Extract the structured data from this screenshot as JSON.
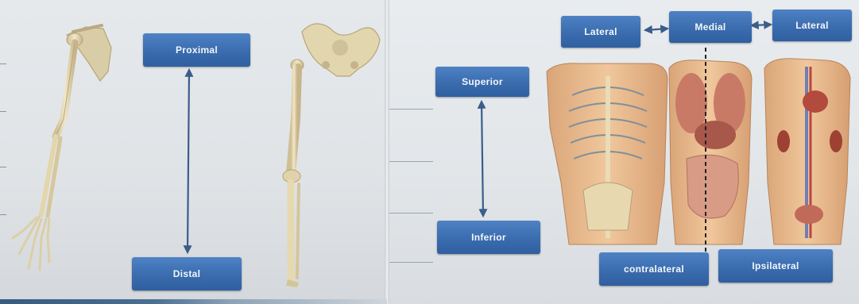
{
  "left_figure": {
    "proximal_label": "Proximal",
    "distal_label": "Distal",
    "superior_label": "Superior",
    "inferior_label": "Inferior"
  },
  "right_figure": {
    "lateral_left_label": "Lateral",
    "medial_label": "Medial",
    "lateral_right_label": "Lateral",
    "contralateral_label": "contralateral",
    "ipsilateral_label": "Ipsilateral"
  },
  "colors": {
    "label_box": "#3a6cae",
    "arrow": "#3b5d8a",
    "bone": "#e8dcb4",
    "skin": "#e8b98a"
  }
}
